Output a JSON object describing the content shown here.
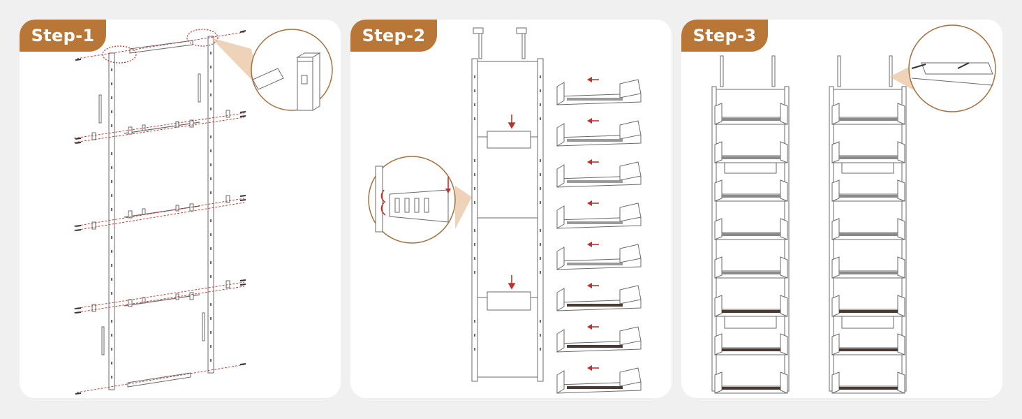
{
  "steps": [
    {
      "label": "Step-1"
    },
    {
      "label": "Step-2"
    },
    {
      "label": "Step-3"
    }
  ],
  "colors": {
    "badge": "#b97737",
    "background": "#f0f0f0",
    "panel": "#ffffff",
    "arrow": "#c0302a",
    "line": "#6a6a6a",
    "basket_dark": "#4a3a32",
    "callout_border": "#a8703c"
  }
}
